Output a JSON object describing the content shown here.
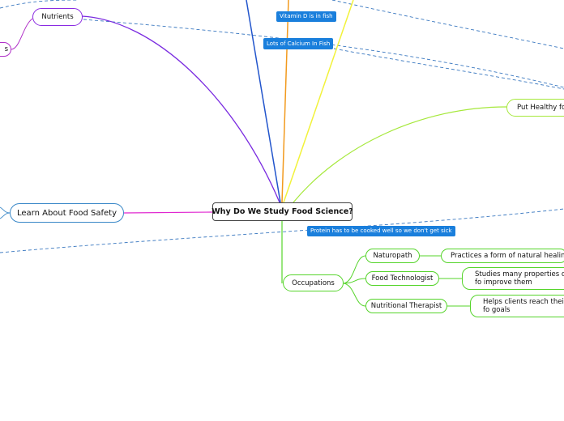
{
  "central_topic": "Why Do We Study Food Science?",
  "branches": {
    "nutrients": "Nutrients",
    "nutrients_child_partial": "s",
    "food_safety": "Learn About Food Safety",
    "healthy_food": "Put Healthy foo",
    "occupations": "Occupations"
  },
  "occupations": [
    {
      "title": "Naturopath",
      "description": "Practices a form of natural healing"
    },
    {
      "title": "Food Technologist",
      "description": "Studies many properties of fo improve them"
    },
    {
      "title": "Nutritional Therapist",
      "description": "Helps clients reach their fo goals"
    }
  ],
  "callouts": {
    "vitamin_d": "Vitamin D is in fish",
    "calcium": "Lots of Calcium In Fish",
    "protein": "Protein has to be cooked well so we don't get sick"
  },
  "colors": {
    "nutrients_line": "#7a2be0",
    "blue_line": "#2255cc",
    "orange_line": "#f29a1e",
    "yellow_line": "#f2f23a",
    "green_line": "#55d42a",
    "magenta_line": "#e026d0",
    "dashed_relation": "#3a78c0",
    "callout_bg": "#1a7fdc",
    "food_safety_border": "#3a88c8",
    "nutrients_border": "#8a2be2"
  }
}
